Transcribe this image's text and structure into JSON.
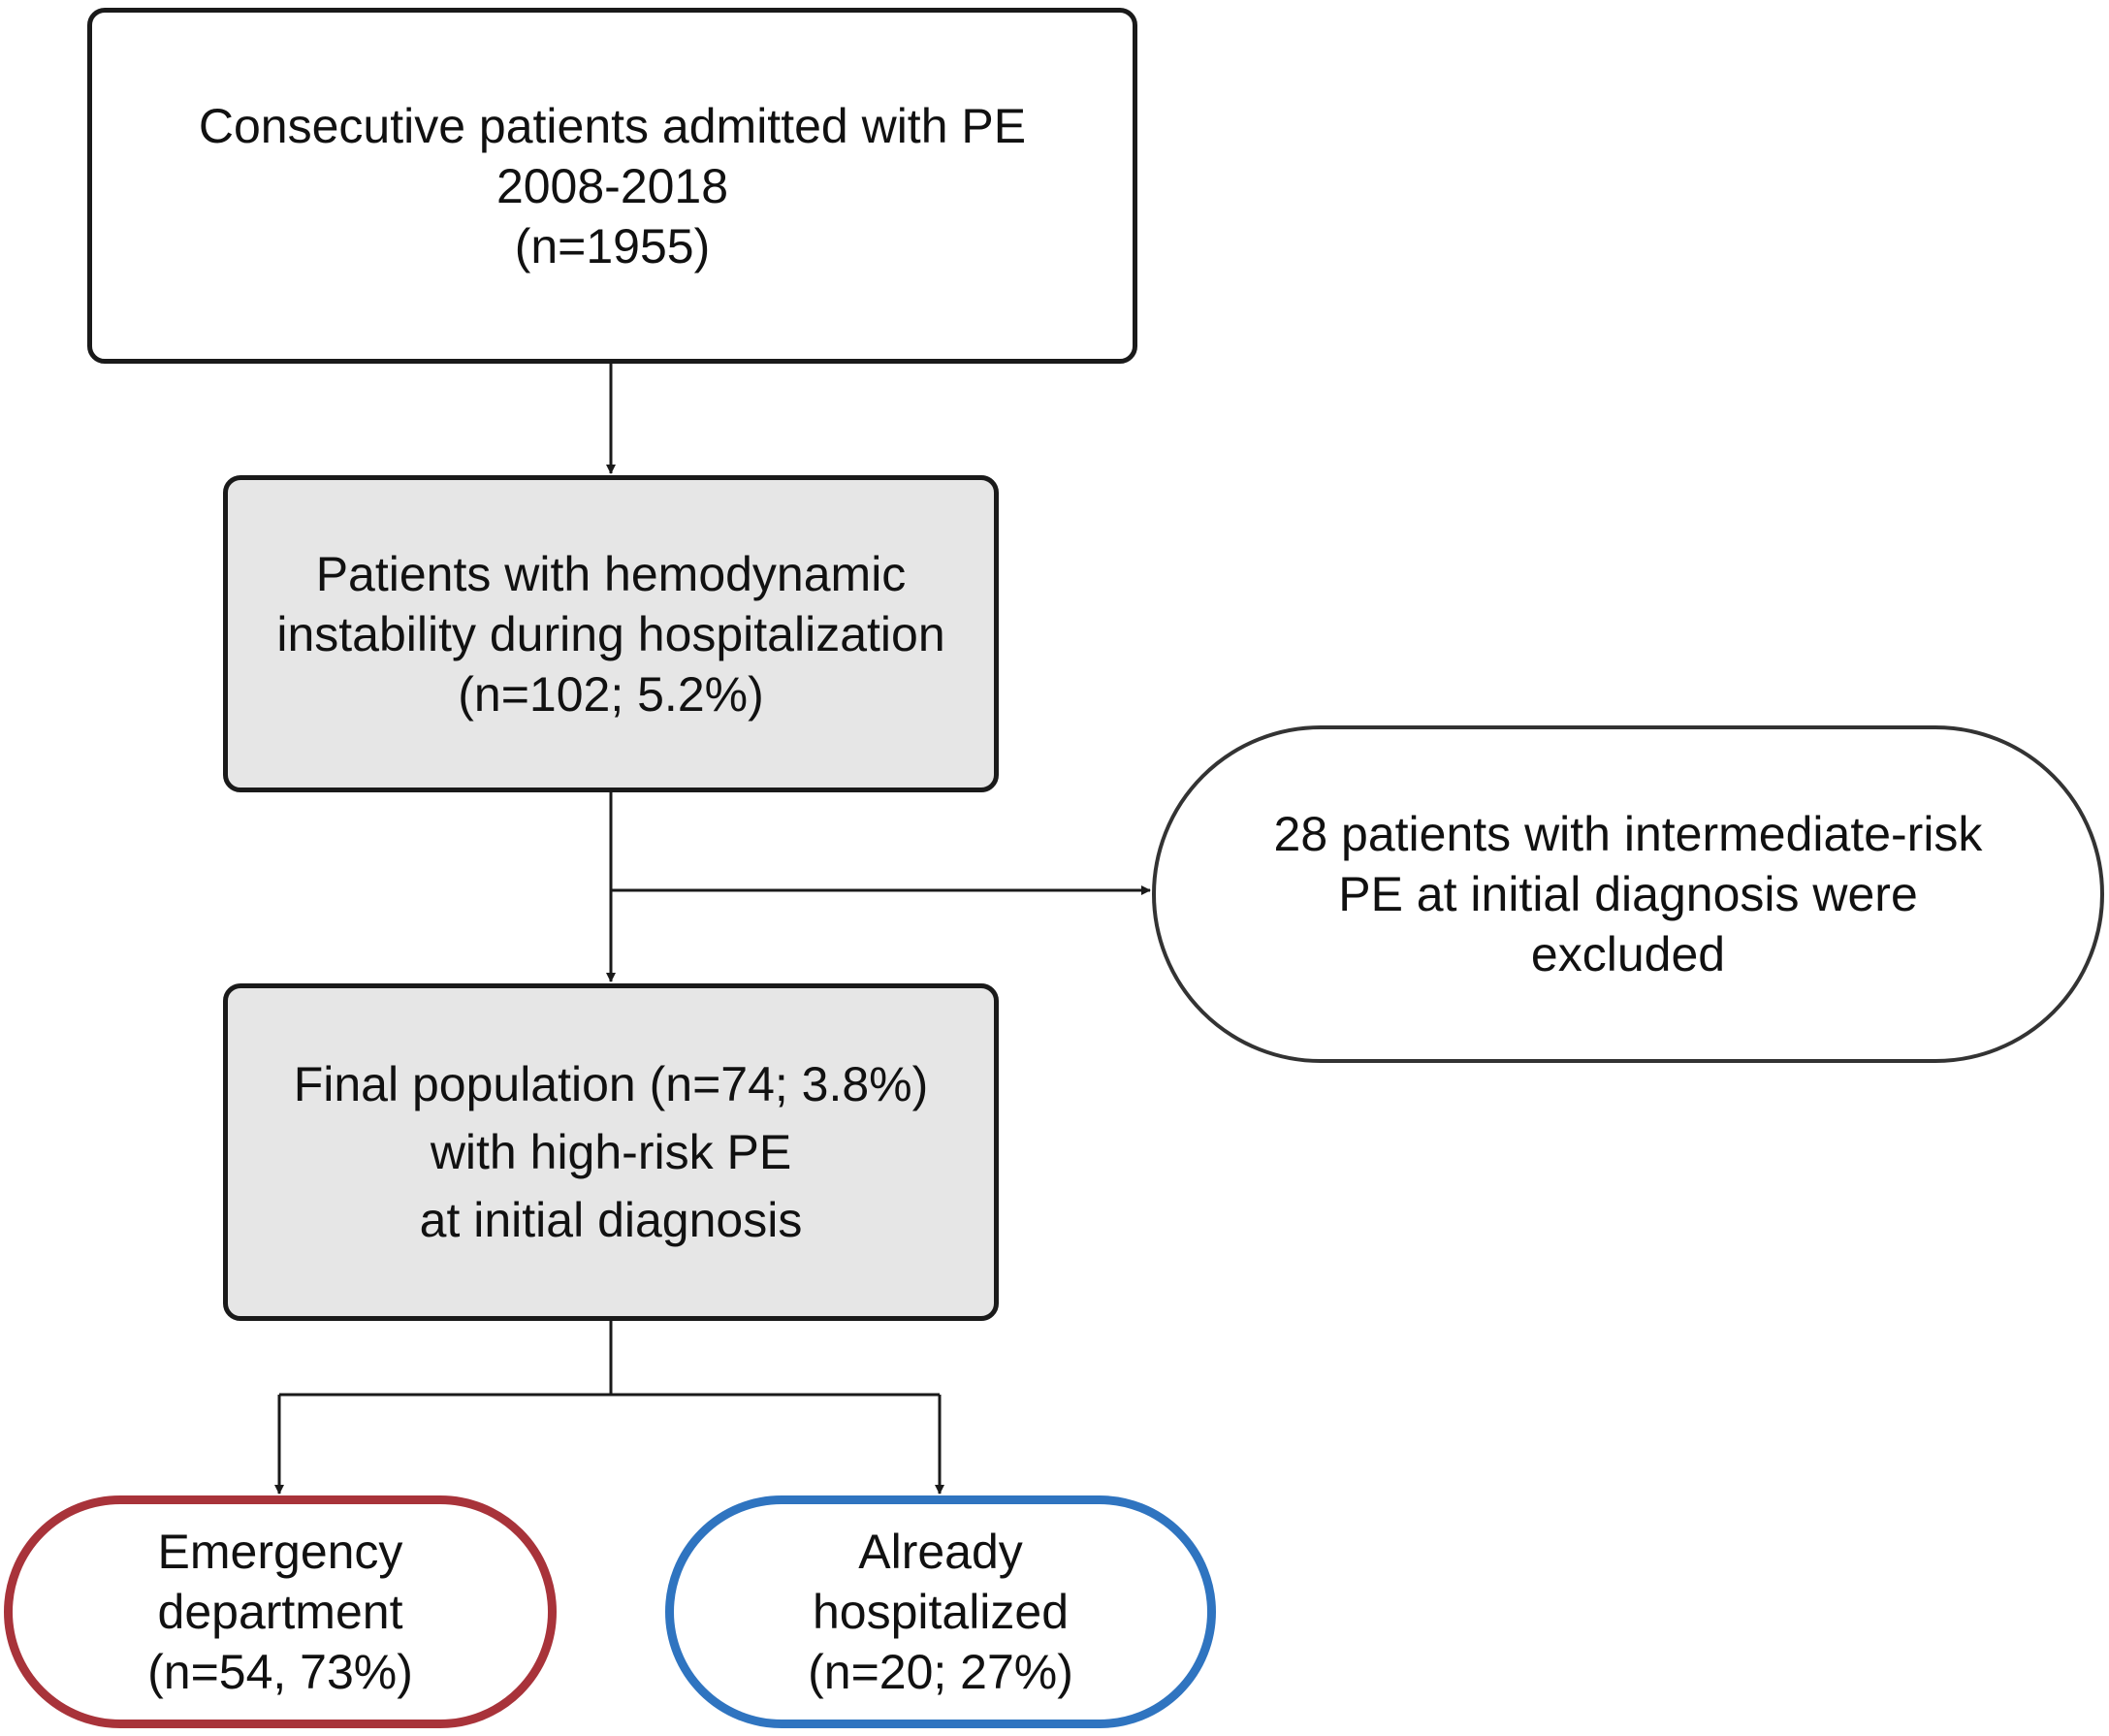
{
  "nodes": {
    "cohort": {
      "lines": [
        "Consecutive patients admitted with PE",
        "2008-2018",
        "(n=1955)"
      ]
    },
    "instability": {
      "lines": [
        "Patients with hemodynamic",
        "instability during hospitalization",
        "(n=102; 5.2%)"
      ]
    },
    "excluded": {
      "lines": [
        "28 patients with intermediate-risk",
        "PE at initial diagnosis were",
        "excluded"
      ]
    },
    "final": {
      "lines": [
        "Final population (n=74; 3.8%)",
        "with high-risk PE",
        "at initial diagnosis"
      ]
    },
    "emergency": {
      "lines": [
        "Emergency",
        "department",
        "(n=54, 73%)"
      ],
      "border_color": "#a8333a"
    },
    "hospitalized": {
      "lines": [
        "Already",
        "hospitalized",
        "(n=20; 27%)"
      ],
      "border_color": "#2f74c0"
    }
  }
}
